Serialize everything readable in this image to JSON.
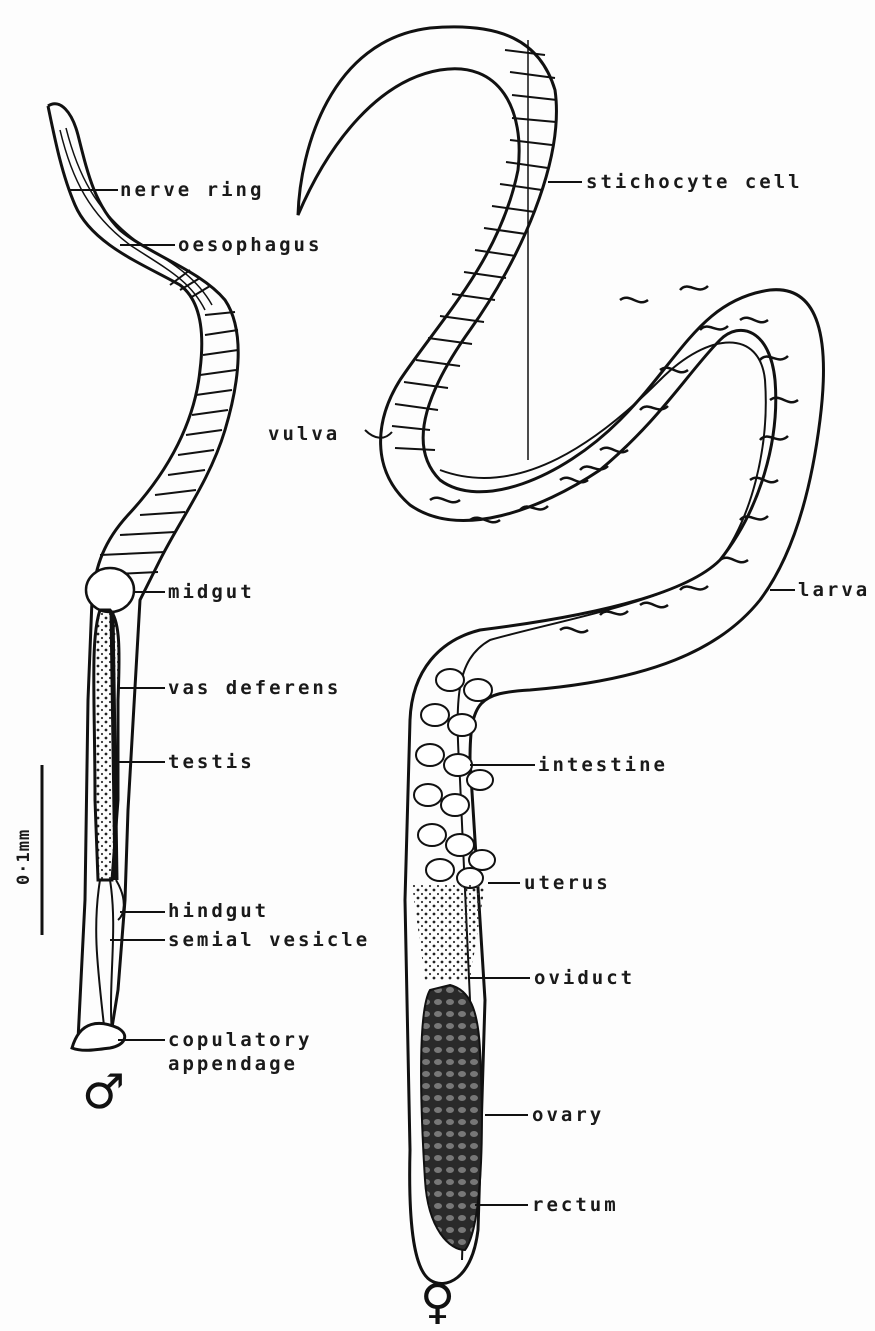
{
  "labels": {
    "male": {
      "nerve_ring": "nerve ring",
      "oesophagus": "oesophagus",
      "midgut": "midgut",
      "vas_deferens": "vas deferens",
      "testis": "testis",
      "hindgut": "hindgut",
      "semial_vesicle": "semial vesicle",
      "copulatory_line1": "copulatory",
      "copulatory_line2": "appendage"
    },
    "female": {
      "stichocyte_cell": "stichocyte cell",
      "vulva": "vulva",
      "larva": "larva",
      "intestine": "intestine",
      "uterus": "uterus",
      "oviduct": "oviduct",
      "ovary": "ovary",
      "rectum": "rectum"
    }
  },
  "scale_bar": {
    "label": "0·1mm"
  },
  "symbols": {
    "male": "♂",
    "female": "♀"
  }
}
